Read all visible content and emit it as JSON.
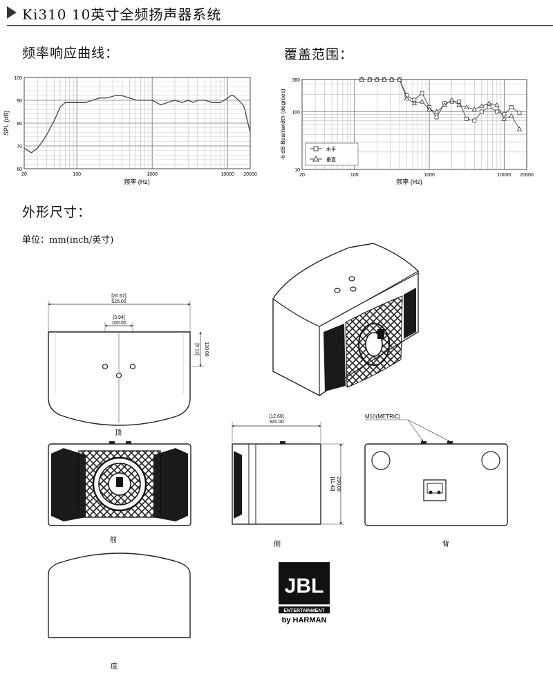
{
  "header": {
    "title": "Ki310  10英寸全频扬声器系统"
  },
  "sections": {
    "freq": "频率响应曲线：",
    "coverage": "覆盖范围：",
    "dims": "外形尺寸："
  },
  "unit_label": "单位：mm(inch/英寸)",
  "chart_data": [
    {
      "type": "line",
      "xlabel": "频率 (Hz)",
      "ylabel": "SPL (dB)",
      "xscale": "log",
      "xlim": [
        20,
        20000
      ],
      "ylim": [
        60,
        100
      ],
      "xticks": [
        "20",
        "100",
        "1000",
        "10000",
        "20000"
      ],
      "yticks": [
        "60",
        "70",
        "80",
        "90",
        "100"
      ],
      "series": [
        {
          "x": [
            20,
            25,
            30,
            35,
            40,
            50,
            60,
            70,
            80,
            100,
            130,
            160,
            200,
            250,
            320,
            400,
            500,
            630,
            800,
            1000,
            1300,
            1600,
            2000,
            2500,
            3000,
            3500,
            4000,
            5000,
            6300,
            8000,
            9000,
            10000,
            11000,
            12000,
            13000,
            14000,
            15000,
            16000,
            17000,
            18000,
            20000
          ],
          "y": [
            69,
            67,
            69,
            72,
            75,
            81,
            87,
            89,
            89,
            89,
            89,
            90,
            91,
            91,
            92,
            92,
            91,
            90,
            90,
            90,
            88,
            89,
            90,
            89,
            90,
            89,
            90,
            90,
            89,
            89,
            90,
            91,
            92,
            92,
            91,
            90,
            89,
            88,
            86,
            82,
            76
          ]
        }
      ]
    },
    {
      "type": "line",
      "xlabel": "频率 (Hz)",
      "ylabel": "-6 dB Beamwidth (degrees)",
      "xscale": "log",
      "yscale": "log",
      "xlim": [
        20,
        20000
      ],
      "ylim": [
        10,
        360
      ],
      "xticks": [
        "20",
        "100",
        "1000",
        "10000",
        "20000"
      ],
      "yticks": [
        "10",
        "100",
        "360"
      ],
      "legend": "bottom-left",
      "series": [
        {
          "name": "水平",
          "marker": "square",
          "x": [
            125,
            160,
            200,
            250,
            315,
            400,
            500,
            630,
            800,
            1000,
            1250,
            1600,
            2000,
            2500,
            3150,
            4000,
            5000,
            6300,
            8000,
            10000,
            12500,
            16000
          ],
          "y": [
            360,
            360,
            360,
            360,
            360,
            360,
            190,
            160,
            210,
            120,
            80,
            140,
            150,
            150,
            75,
            70,
            100,
            120,
            100,
            90,
            120,
            95
          ]
        },
        {
          "name": "垂直",
          "marker": "triangle",
          "x": [
            125,
            160,
            200,
            250,
            315,
            400,
            500,
            630,
            800,
            1000,
            1250,
            1600,
            2000,
            2500,
            3150,
            4000,
            5000,
            6300,
            8000,
            10000,
            12500,
            16000
          ],
          "y": [
            360,
            360,
            360,
            360,
            360,
            360,
            170,
            140,
            150,
            110,
            100,
            130,
            160,
            130,
            120,
            110,
            125,
            140,
            130,
            75,
            85,
            50
          ]
        }
      ]
    }
  ],
  "views": {
    "top": "顶",
    "front": "前",
    "side": "侧",
    "back": "背",
    "bottom": "底"
  },
  "dims": {
    "width_in": "[20.67]",
    "width_mm": "525.00",
    "hole_in": "[3.94]",
    "hole_mm": "100.00",
    "depth_in": "[5.12]",
    "depth_mm": "130.00",
    "side_in": "[12.60]",
    "side_mm": "320.00",
    "height_in": "[11.42]",
    "height_mm": "290.00",
    "metric": "M10(METRIC)"
  },
  "logo": {
    "brand": "JBL",
    "line1": "ENTERTAINMENT",
    "line2": "by HARMAN"
  }
}
